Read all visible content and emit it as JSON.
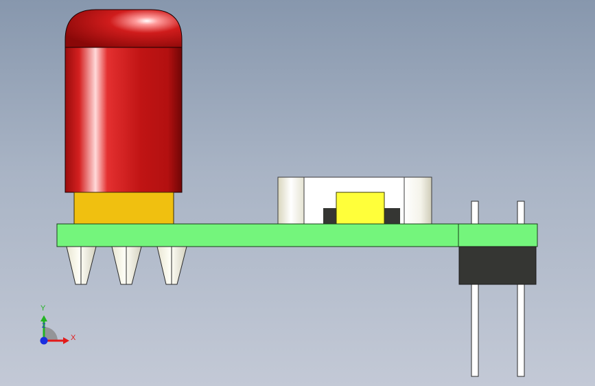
{
  "scene": {
    "background_top": "#8797ad",
    "background_bottom": "#c3c9d6",
    "led_color": "#c31414",
    "pcb_color": "#74f57c",
    "base_color": "#f0c010",
    "button_color": "#ffff3a",
    "header_color": "#353633"
  },
  "triad": {
    "x_label": "X",
    "y_label": "Y",
    "z_label": "Z",
    "x_color": "#e21a1a",
    "y_color": "#22b322",
    "z_color": "#1a2ee0"
  }
}
